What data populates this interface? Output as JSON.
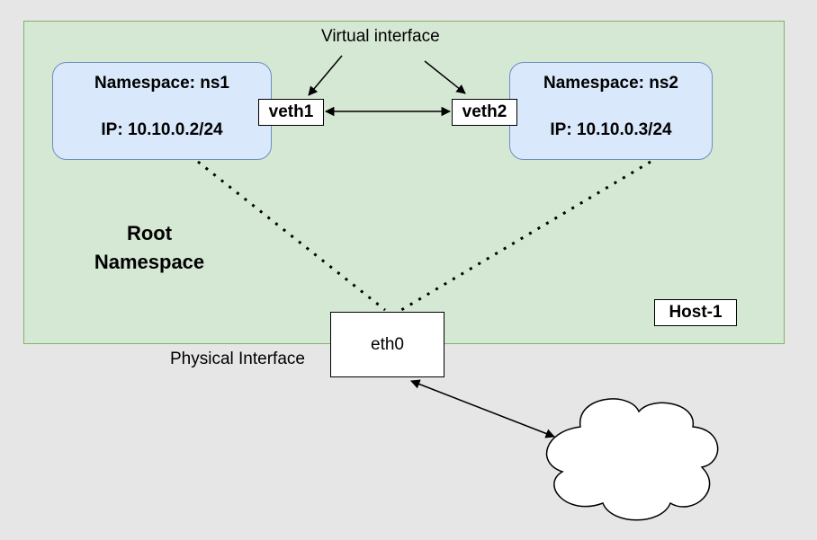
{
  "diagram": {
    "host_label": "Host-1",
    "root_namespace": {
      "line1": "Root",
      "line2": "Namespace"
    },
    "virtual_interface_label": "Virtual interface",
    "physical_interface_label": "Physical Interface",
    "namespaces": [
      {
        "title": "Namespace: ns1",
        "ip": "IP: 10.10.0.2/24",
        "veth": "veth1"
      },
      {
        "title": "Namespace: ns2",
        "ip": "IP: 10.10.0.3/24",
        "veth": "veth2"
      }
    ],
    "physical_interface": "eth0",
    "colors": {
      "background": "#e6e6e6",
      "host_fill": "#d5e8d4",
      "host_border": "#82b366",
      "namespace_fill": "#dae8fc",
      "namespace_border": "#6c8ebf"
    },
    "connections": [
      {
        "from": "veth1",
        "to": "veth2",
        "style": "bidirectional-arrow"
      },
      {
        "from": "ns1",
        "to": "eth0",
        "style": "dotted"
      },
      {
        "from": "ns2",
        "to": "eth0",
        "style": "dotted"
      },
      {
        "from": "eth0",
        "to": "cloud",
        "style": "bidirectional-arrow"
      },
      {
        "from": "virtual-interface-label",
        "to": "veth1",
        "style": "arrow"
      },
      {
        "from": "virtual-interface-label",
        "to": "veth2",
        "style": "arrow"
      }
    ]
  }
}
